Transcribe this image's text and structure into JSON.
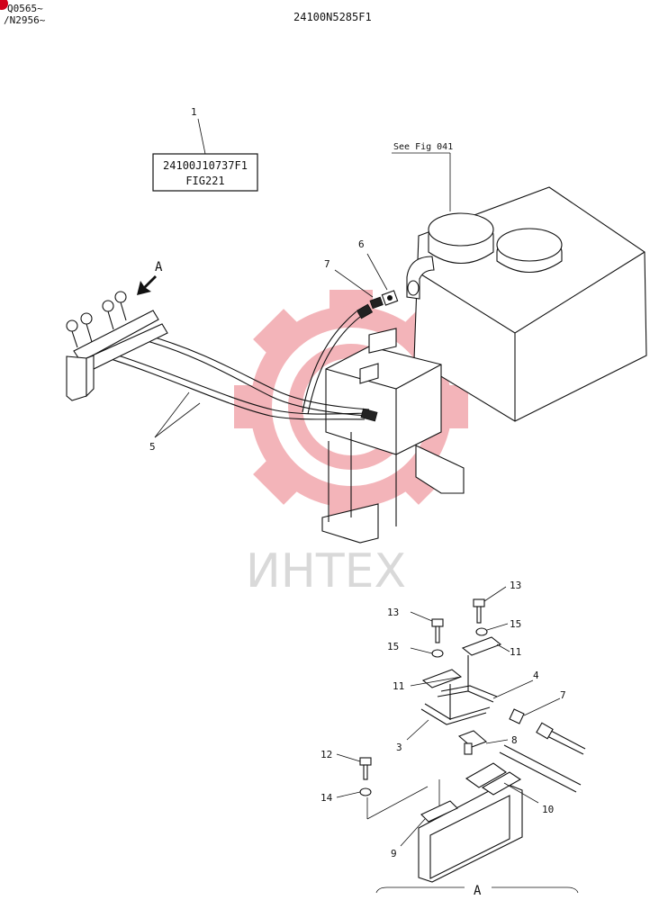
{
  "header": {
    "serial_1": "Q0565~",
    "serial_2": "/N2956~",
    "drawing_number": "24100N5285F1"
  },
  "reference_box": {
    "part_number": "24100J10737F1",
    "figure": "FIG221"
  },
  "see_reference": "See Fig 041",
  "view_label": "A",
  "watermark_text": "ИНТЕХ",
  "callouts": {
    "c1": "1",
    "c3": "3",
    "c4": "4",
    "c5": "5",
    "c6": "6",
    "c7a": "7",
    "c7b": "7",
    "c8": "8",
    "c9": "9",
    "c10": "10",
    "c11a": "11",
    "c11b": "11",
    "c12": "12",
    "c13a": "13",
    "c13b": "13",
    "c14": "14",
    "c15a": "15",
    "c15b": "15"
  },
  "colors": {
    "watermark": "#f2a8ad",
    "badge": "#d0021b",
    "ink": "#111111"
  }
}
